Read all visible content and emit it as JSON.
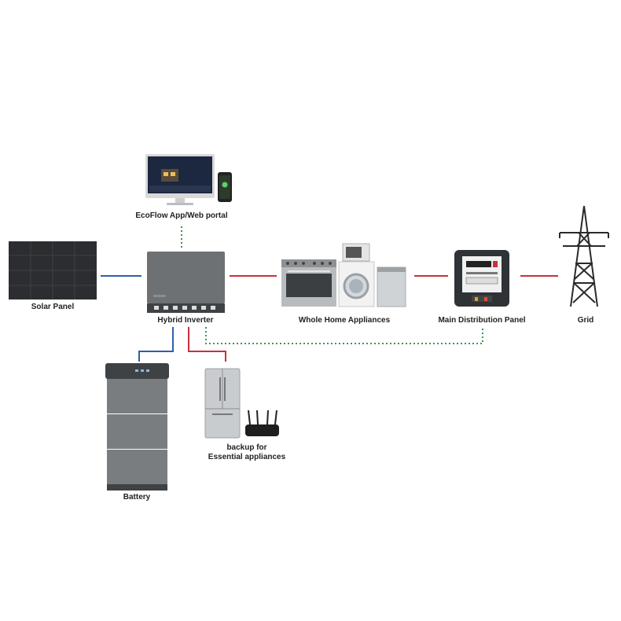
{
  "nodes": {
    "app": {
      "label": "EcoFlow App/Web portal"
    },
    "solar": {
      "label": "Solar Panel"
    },
    "inverter": {
      "label": "Hybrid Inverter"
    },
    "appliances": {
      "label": "Whole Home Appliances"
    },
    "distribution": {
      "label": "Main Distribution Panel"
    },
    "grid": {
      "label": "Grid"
    },
    "battery": {
      "label": "Battery"
    },
    "backup": {
      "label_line1": "backup for",
      "label_line2": "Essential appliances"
    }
  },
  "colors": {
    "dc_line": "#2f5fa8",
    "ac_line": "#c8303c",
    "comm_line": "#3a9a4a",
    "device_gray": "#6e7173",
    "device_dark": "#3f4244"
  }
}
